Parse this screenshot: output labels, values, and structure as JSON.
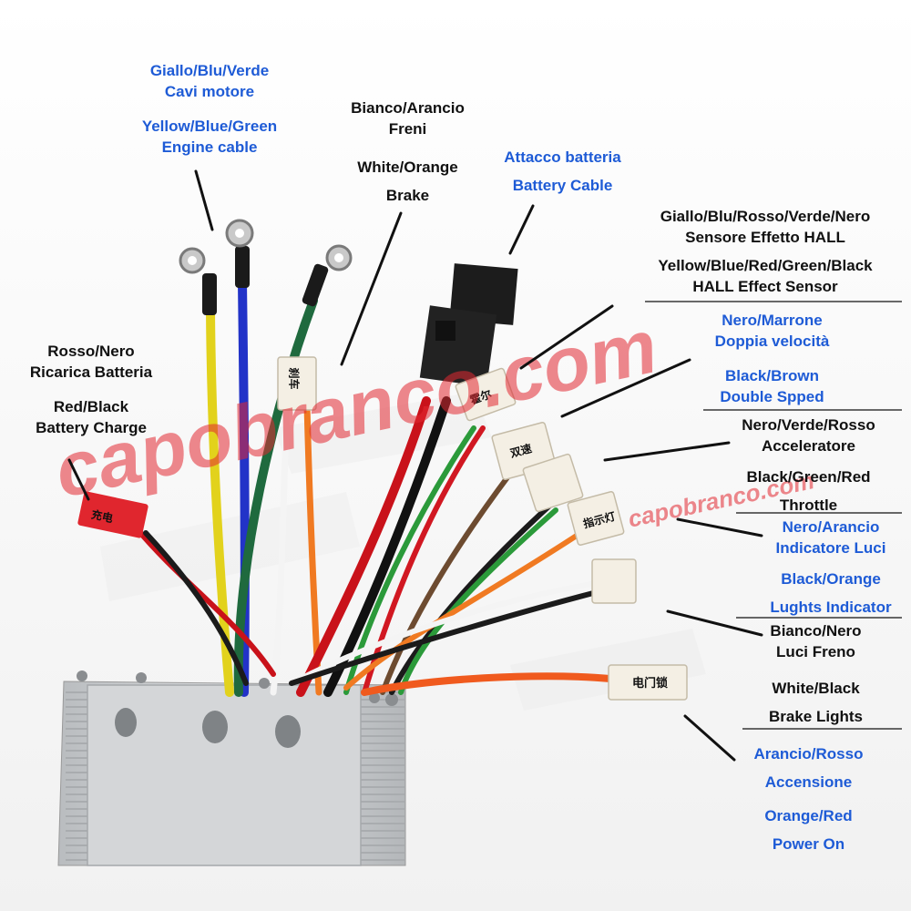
{
  "watermark": "capobranco.com",
  "colors": {
    "label_black": "#111111",
    "label_blue": "#1e5bd6",
    "watermark": "#e12832"
  },
  "labels": {
    "engine_cable": {
      "it": [
        "Giallo/Blu/Verde",
        "Cavi motore"
      ],
      "en": [
        "Yellow/Blue/Green",
        "Engine cable"
      ]
    },
    "brake": {
      "it": [
        "Bianco/Arancio",
        "Freni"
      ],
      "en": [
        "White/Orange",
        "Brake"
      ]
    },
    "battery_cable": {
      "it": [
        "Attacco batteria"
      ],
      "en": [
        "Battery Cable"
      ]
    },
    "hall_sensor": {
      "it": [
        "Giallo/Blu/Rosso/Verde/Nero",
        "Sensore Effetto HALL"
      ],
      "en": [
        "Yellow/Blue/Red/Green/Black",
        "HALL Effect Sensor"
      ]
    },
    "double_speed": {
      "it": [
        "Nero/Marrone",
        "Doppia velocità"
      ],
      "en": [
        "Black/Brown",
        "Double Spped"
      ]
    },
    "throttle": {
      "it": [
        "Nero/Verde/Rosso",
        "Acceleratore"
      ],
      "en": [
        "Black/Green/Red",
        "Throttle"
      ]
    },
    "lights_indicator": {
      "it": [
        "Nero/Arancio",
        "Indicatore Luci"
      ],
      "en": [
        "Black/Orange",
        "Lughts Indicator"
      ]
    },
    "brake_lights": {
      "it": [
        "Bianco/Nero",
        "Luci Freno"
      ],
      "en": [
        "White/Black",
        "Brake Lights"
      ]
    },
    "power_on": {
      "it": [
        "Arancio/Rosso",
        "Accensione"
      ],
      "en": [
        "Orange/Red",
        "Power On"
      ]
    },
    "battery_charge": {
      "it": [
        "Rosso/Nero",
        "Ricarica Batteria"
      ],
      "en": [
        "Red/Black",
        "Battery Charge"
      ]
    }
  },
  "connector_tags": {
    "brake_connector": "刹车",
    "hall_connector": "霍尔",
    "double_speed_connector": "双速",
    "lights_connector": "指示灯",
    "power_connector": "电门锁",
    "charge_connector": "充电"
  },
  "icons": [
    "ring-terminal-icon",
    "connector-plug-icon",
    "controller-box-icon"
  ]
}
